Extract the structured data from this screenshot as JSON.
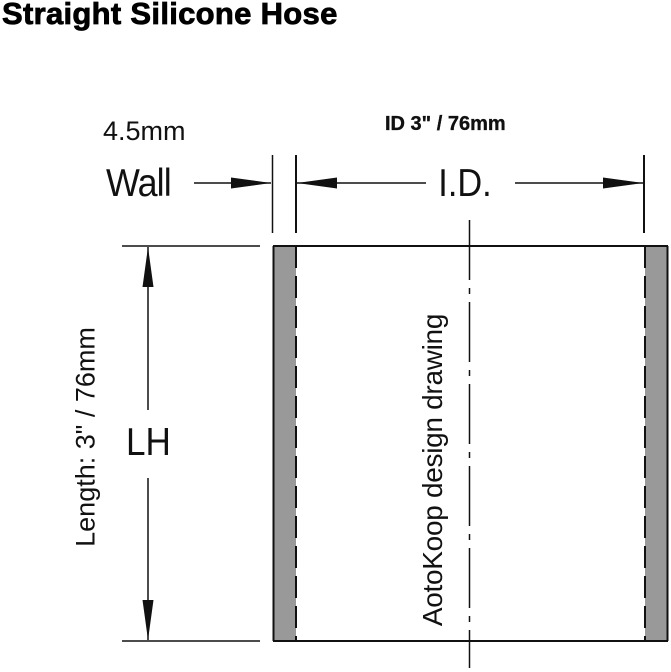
{
  "title": "Straight Silicone Hose",
  "dimensions": {
    "wall_thickness": "4.5mm",
    "wall_label": "Wall",
    "inner_diameter_title": "ID 3\" / 76mm",
    "inner_diameter_label": "I.D.",
    "length_label": "Length: 3\" / 76mm",
    "length_symbol": "LH"
  },
  "watermark": "AotoKoop design drawing",
  "colors": {
    "line": "#111111",
    "wall_fill": "#999999",
    "background": "#ffffff"
  }
}
